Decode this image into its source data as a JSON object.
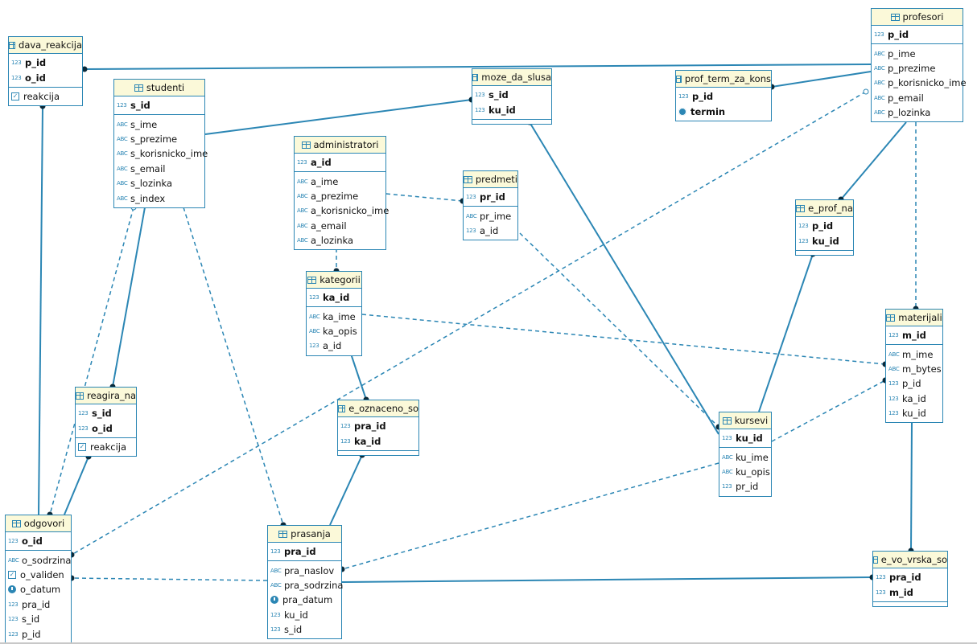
{
  "diagram": {
    "line_color": "#2b86b4",
    "header_color": "#fbf9d9",
    "entities": [
      {
        "id": "dava_reakcija",
        "name": "dava_reakcija",
        "sections": [
          [
            {
              "name": "p_id",
              "type": "123",
              "key": true
            },
            {
              "name": "o_id",
              "type": "123",
              "key": true
            }
          ],
          [
            {
              "name": "reakcija",
              "type": "bool"
            }
          ]
        ]
      },
      {
        "id": "studenti",
        "name": "studenti",
        "sections": [
          [
            {
              "name": "s_id",
              "type": "123",
              "key": true
            }
          ],
          [
            {
              "name": "s_ime",
              "type": "ABC"
            },
            {
              "name": "s_prezime",
              "type": "ABC"
            },
            {
              "name": "s_korisnicko_ime",
              "type": "ABC"
            },
            {
              "name": "s_email",
              "type": "ABC"
            },
            {
              "name": "s_lozinka",
              "type": "ABC"
            },
            {
              "name": "s_index",
              "type": "ABC"
            }
          ]
        ]
      },
      {
        "id": "moze_da_slusa",
        "name": "moze_da_slusa",
        "sections": [
          [
            {
              "name": "s_id",
              "type": "123",
              "key": true
            },
            {
              "name": "ku_id",
              "type": "123",
              "key": true
            }
          ],
          []
        ]
      },
      {
        "id": "prof_term_za_kons",
        "name": "prof_term_za_kons",
        "sections": [
          [
            {
              "name": "p_id",
              "type": "123",
              "key": true
            },
            {
              "name": "termin",
              "type": "gear",
              "key": true
            }
          ]
        ]
      },
      {
        "id": "profesori",
        "name": "profesori",
        "sections": [
          [
            {
              "name": "p_id",
              "type": "123",
              "key": true
            }
          ],
          [
            {
              "name": "p_ime",
              "type": "ABC"
            },
            {
              "name": "p_prezime",
              "type": "ABC"
            },
            {
              "name": "p_korisnicko_ime",
              "type": "ABC"
            },
            {
              "name": "p_email",
              "type": "ABC"
            },
            {
              "name": "p_lozinka",
              "type": "ABC"
            }
          ]
        ]
      },
      {
        "id": "administratori",
        "name": "administratori",
        "sections": [
          [
            {
              "name": "a_id",
              "type": "123",
              "key": true
            }
          ],
          [
            {
              "name": "a_ime",
              "type": "ABC"
            },
            {
              "name": "a_prezime",
              "type": "ABC"
            },
            {
              "name": "a_korisnicko_ime",
              "type": "ABC"
            },
            {
              "name": "a_email",
              "type": "ABC"
            },
            {
              "name": "a_lozinka",
              "type": "ABC"
            }
          ]
        ]
      },
      {
        "id": "predmeti",
        "name": "predmeti",
        "sections": [
          [
            {
              "name": "pr_id",
              "type": "123",
              "key": true
            }
          ],
          [
            {
              "name": "pr_ime",
              "type": "ABC"
            },
            {
              "name": "a_id",
              "type": "123"
            }
          ]
        ]
      },
      {
        "id": "e_prof_na",
        "name": "e_prof_na",
        "sections": [
          [
            {
              "name": "p_id",
              "type": "123",
              "key": true
            },
            {
              "name": "ku_id",
              "type": "123",
              "key": true
            }
          ],
          []
        ]
      },
      {
        "id": "kategorii",
        "name": "kategorii",
        "sections": [
          [
            {
              "name": "ka_id",
              "type": "123",
              "key": true
            }
          ],
          [
            {
              "name": "ka_ime",
              "type": "ABC"
            },
            {
              "name": "ka_opis",
              "type": "ABC"
            },
            {
              "name": "a_id",
              "type": "123"
            }
          ]
        ]
      },
      {
        "id": "materijali",
        "name": "materijali",
        "sections": [
          [
            {
              "name": "m_id",
              "type": "123",
              "key": true
            }
          ],
          [
            {
              "name": "m_ime",
              "type": "ABC"
            },
            {
              "name": "m_bytes",
              "type": "ABC"
            },
            {
              "name": "p_id",
              "type": "123"
            },
            {
              "name": "ka_id",
              "type": "123"
            },
            {
              "name": "ku_id",
              "type": "123"
            }
          ]
        ]
      },
      {
        "id": "reagira_na",
        "name": "reagira_na",
        "sections": [
          [
            {
              "name": "s_id",
              "type": "123",
              "key": true
            },
            {
              "name": "o_id",
              "type": "123",
              "key": true
            }
          ],
          [
            {
              "name": "reakcija",
              "type": "bool"
            }
          ]
        ]
      },
      {
        "id": "e_oznaceno_so",
        "name": "e_oznaceno_so",
        "sections": [
          [
            {
              "name": "pra_id",
              "type": "123",
              "key": true
            },
            {
              "name": "ka_id",
              "type": "123",
              "key": true
            }
          ],
          []
        ]
      },
      {
        "id": "kursevi",
        "name": "kursevi",
        "sections": [
          [
            {
              "name": "ku_id",
              "type": "123",
              "key": true
            }
          ],
          [
            {
              "name": "ku_ime",
              "type": "ABC"
            },
            {
              "name": "ku_opis",
              "type": "ABC"
            },
            {
              "name": "pr_id",
              "type": "123"
            }
          ]
        ]
      },
      {
        "id": "odgovori",
        "name": "odgovori",
        "sections": [
          [
            {
              "name": "o_id",
              "type": "123",
              "key": true
            }
          ],
          [
            {
              "name": "o_sodrzina",
              "type": "ABC"
            },
            {
              "name": "o_validen",
              "type": "bool"
            },
            {
              "name": "o_datum",
              "type": "date"
            },
            {
              "name": "pra_id",
              "type": "123"
            },
            {
              "name": "s_id",
              "type": "123"
            },
            {
              "name": "p_id",
              "type": "123"
            }
          ]
        ]
      },
      {
        "id": "prasanja",
        "name": "prasanja",
        "sections": [
          [
            {
              "name": "pra_id",
              "type": "123",
              "key": true
            }
          ],
          [
            {
              "name": "pra_naslov",
              "type": "ABC"
            },
            {
              "name": "pra_sodrzina",
              "type": "ABC"
            },
            {
              "name": "pra_datum",
              "type": "date"
            },
            {
              "name": "ku_id",
              "type": "123"
            },
            {
              "name": "s_id",
              "type": "123"
            }
          ]
        ]
      },
      {
        "id": "e_vo_vrska_so",
        "name": "e_vo_vrska_so",
        "sections": [
          [
            {
              "name": "pra_id",
              "type": "123",
              "key": true
            },
            {
              "name": "m_id",
              "type": "123",
              "key": true
            }
          ],
          []
        ]
      }
    ],
    "relationships": [
      {
        "from": "dava_reakcija",
        "to": "profesori",
        "style": "solid"
      },
      {
        "from": "dava_reakcija",
        "to": "odgovori",
        "style": "solid"
      },
      {
        "from": "studenti",
        "to": "moze_da_slusa",
        "style": "solid"
      },
      {
        "from": "studenti",
        "to": "reagira_na",
        "style": "solid"
      },
      {
        "from": "studenti",
        "to": "odgovori",
        "style": "dashed"
      },
      {
        "from": "studenti",
        "to": "prasanja",
        "style": "dashed"
      },
      {
        "from": "profesori",
        "to": "prof_term_za_kons",
        "style": "solid"
      },
      {
        "from": "profesori",
        "to": "e_prof_na",
        "style": "solid"
      },
      {
        "from": "profesori",
        "to": "materijali",
        "style": "dashed"
      },
      {
        "from": "profesori",
        "to": "odgovori",
        "style": "dashed"
      },
      {
        "from": "moze_da_slusa",
        "to": "kursevi",
        "style": "solid"
      },
      {
        "from": "administratori",
        "to": "predmeti",
        "style": "dashed"
      },
      {
        "from": "administratori",
        "to": "kategorii",
        "style": "dashed"
      },
      {
        "from": "predmeti",
        "to": "kursevi",
        "style": "dashed"
      },
      {
        "from": "kategorii",
        "to": "e_oznaceno_so",
        "style": "solid"
      },
      {
        "from": "kategorii",
        "to": "materijali",
        "style": "dashed"
      },
      {
        "from": "e_prof_na",
        "to": "kursevi",
        "style": "solid"
      },
      {
        "from": "kursevi",
        "to": "materijali",
        "style": "dashed"
      },
      {
        "from": "kursevi",
        "to": "prasanja",
        "style": "dashed"
      },
      {
        "from": "materijali",
        "to": "e_vo_vrska_so",
        "style": "solid"
      },
      {
        "from": "e_oznaceno_so",
        "to": "prasanja",
        "style": "solid"
      },
      {
        "from": "reagira_na",
        "to": "odgovori",
        "style": "solid"
      },
      {
        "from": "prasanja",
        "to": "odgovori",
        "style": "dashed"
      },
      {
        "from": "prasanja",
        "to": "e_vo_vrska_so",
        "style": "solid"
      }
    ]
  }
}
